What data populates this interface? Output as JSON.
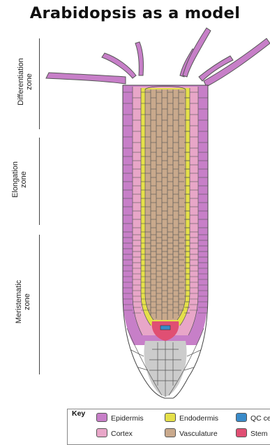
{
  "title": "Arabidopsis as a model",
  "zones": [
    {
      "label_line1": "Differentiation",
      "label_line2": "zone"
    },
    {
      "label_line1": "Elongation",
      "label_line2": "zone"
    },
    {
      "label_line1": "Meristematic",
      "label_line2": "zone"
    }
  ],
  "key": {
    "title": "Key",
    "items": [
      {
        "label": "Epidermis",
        "color": "#c77fc8"
      },
      {
        "label": "Cortex",
        "color": "#e8a6c8"
      },
      {
        "label": "Endodermis",
        "color": "#e5e04a"
      },
      {
        "label": "Vasculature",
        "color": "#c9a98c"
      },
      {
        "label": "QC ce",
        "color": "#3a8bc9"
      },
      {
        "label": "Stem",
        "color": "#e04f73"
      }
    ]
  },
  "colors": {
    "epidermis": "#c77fc8",
    "cortex": "#e8a6c8",
    "endodermis": "#e5e04a",
    "vasculature": "#c9a98c",
    "qc": "#3a8bc9",
    "stem": "#e04f73",
    "rootcap": "#cccccc",
    "lateral_cap": "#ffffff"
  }
}
